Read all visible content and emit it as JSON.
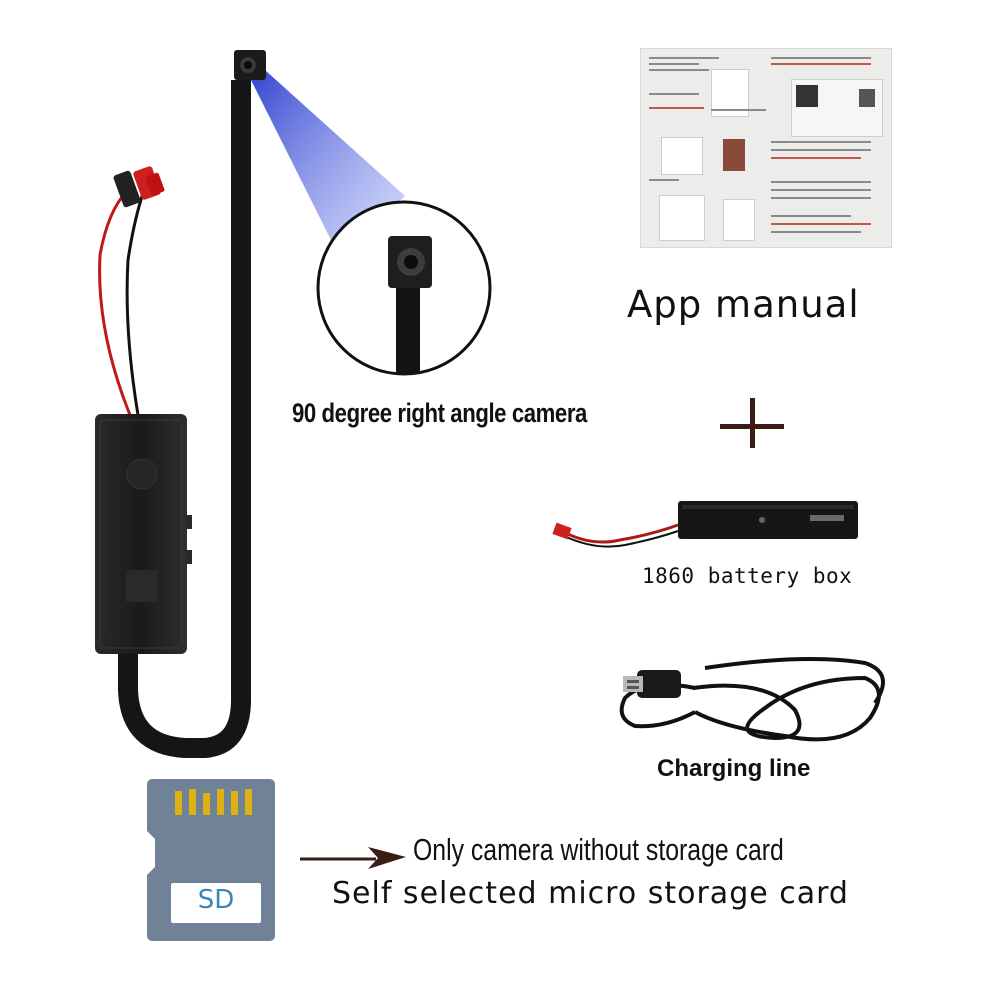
{
  "labels": {
    "camera": "90 degree right angle camera",
    "app_manual": "App manual",
    "battery_box": "1860 battery box",
    "charging_line": "Charging line",
    "note_line1": "Only camera without storage card",
    "note_line2": "Self selected micro storage card",
    "sd_card_text": "SD"
  },
  "colors": {
    "background": "#ffffff",
    "text": "#111111",
    "plus": "#3a1c14",
    "beam": "#3c52d8",
    "sd_card": "#6f8298",
    "sd_contacts": "#e0b010"
  },
  "icons": [
    "camera-module",
    "control-board",
    "sd-card-icon",
    "arrow-icon",
    "plus-icon",
    "battery-box",
    "usb-cable"
  ]
}
